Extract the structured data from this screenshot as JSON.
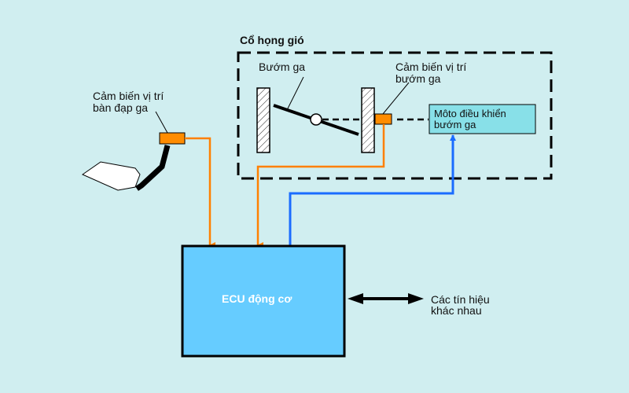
{
  "diagram": {
    "title": "Cổ họng gió",
    "labels": {
      "throttle_valve": "Bướm ga",
      "throttle_position_sensor_1": "Cảm biến vị trí",
      "throttle_position_sensor_2": "bướm ga",
      "motor_1": "Môto điều khiển",
      "motor_2": "bướm ga",
      "pedal_sensor_1": "Cảm biến vị trí",
      "pedal_sensor_2": "bàn đạp ga",
      "ecu": "ECU động cơ",
      "signals_1": "Các tín hiệu",
      "signals_2": "khác nhau"
    },
    "colors": {
      "background": "#d0eef0",
      "ecu_fill": "#66ccff",
      "motor_fill": "#88e0e8",
      "sensor_fill": "#ff8c00",
      "signal_orange": "#ff8000",
      "signal_blue": "#1a6cff",
      "black": "#000000"
    }
  }
}
